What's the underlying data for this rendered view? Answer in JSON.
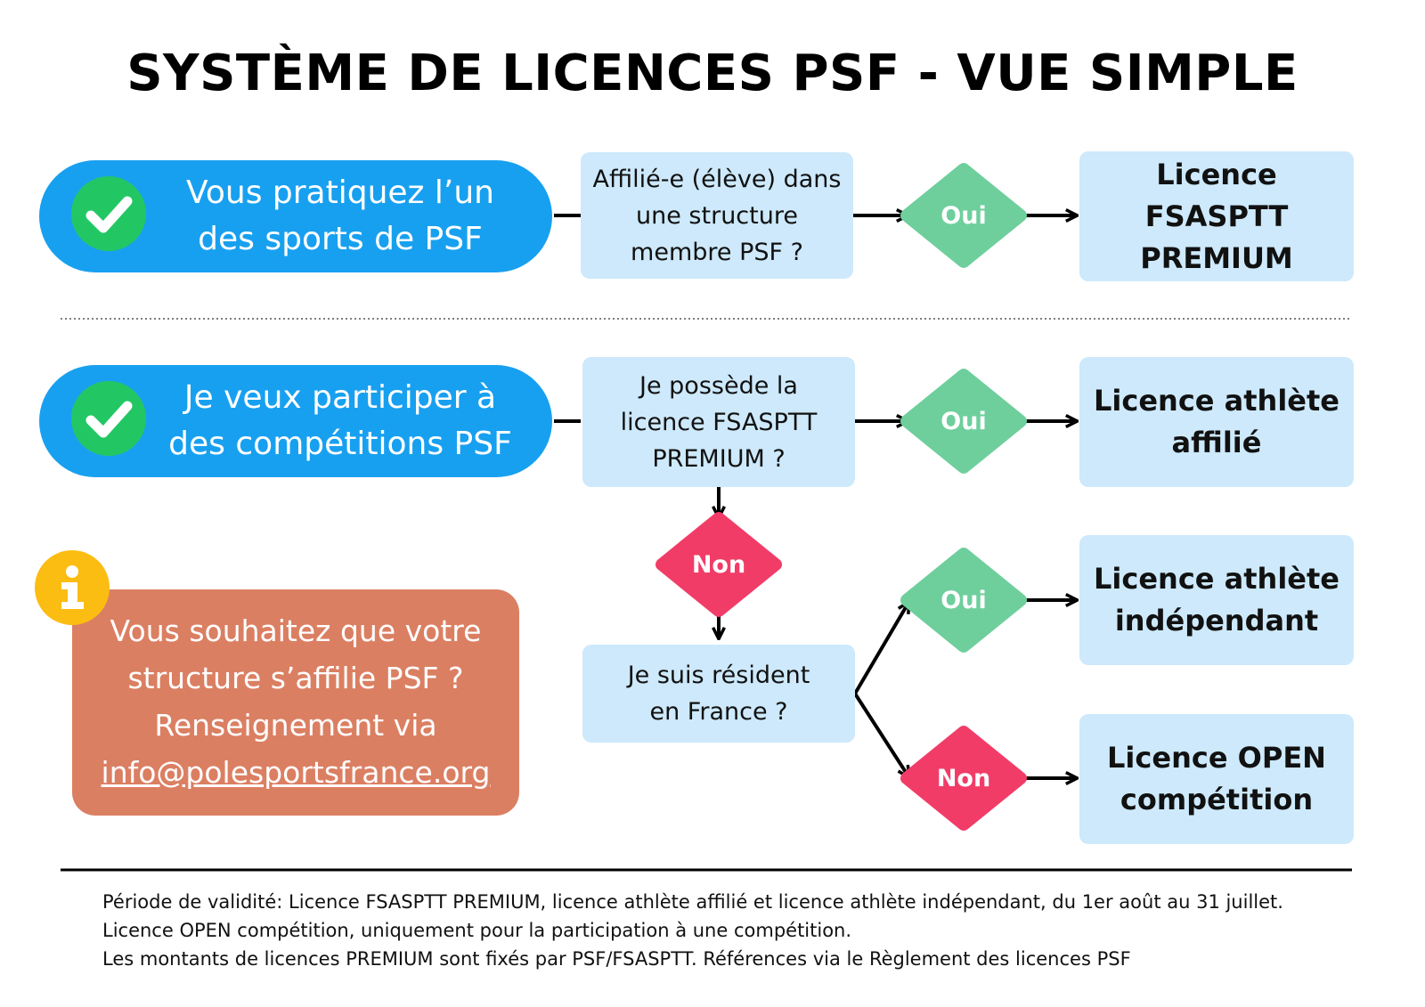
{
  "title": "SYSTÈME DE LICENCES PSF - VUE SIMPLE",
  "colors": {
    "pill": "#18a0f0",
    "check": "#22c764",
    "box": "#cde9fb",
    "oui": "#6ecf9c",
    "non": "#f23c68",
    "info_box": "#db7f62",
    "info_badge": "#fbbd12"
  },
  "row1": {
    "start": [
      "Vous pratiquez l’un",
      "des sports de PSF"
    ],
    "question": [
      "Affilié-e (élève) dans",
      "une structure",
      "membre PSF ?"
    ],
    "decision": "Oui",
    "result": [
      "Licence FSASPTT",
      "PREMIUM"
    ]
  },
  "row2": {
    "start": [
      "Je veux participer à",
      "des compétitions PSF"
    ],
    "question": [
      "Je possède la",
      "licence FSASPTT",
      "PREMIUM ?"
    ],
    "decision_yes": "Oui",
    "result_yes": [
      "Licence athlète",
      "affilié"
    ],
    "decision_no": "Non",
    "question2": [
      "Je suis résident",
      "en France ?"
    ],
    "decision2_yes": "Oui",
    "result2_yes": [
      "Licence athlète",
      "indépendant"
    ],
    "decision2_no": "Non",
    "result2_no": [
      "Licence OPEN",
      "compétition"
    ]
  },
  "info": {
    "icon": "info-icon",
    "lines": [
      "Vous souhaitez que votre",
      "structure s’affilie PSF ?",
      "Renseignement via"
    ],
    "email": "info@polesportsfrance.org"
  },
  "footer": [
    "Période de validité: Licence FSASPTT PREMIUM, licence athlète affilié et licence athlète indépendant, du 1er août au 31 juillet.",
    "Licence OPEN compétition, uniquement pour la participation à une compétition.",
    "Les montants de licences PREMIUM sont fixés par PSF/FSASPTT. Références via le Règlement des licences PSF"
  ]
}
